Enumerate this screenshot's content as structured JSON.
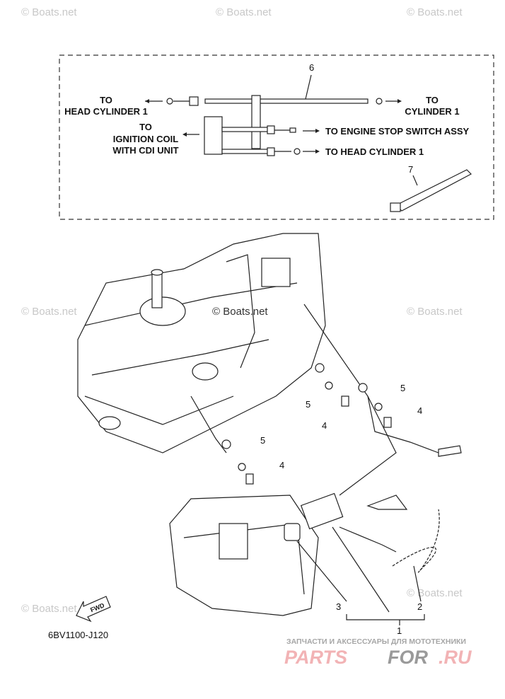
{
  "watermarks": {
    "top_left": "© Boats.net",
    "top_center": "© Boats.net",
    "top_right": "© Boats.net",
    "mid_left": "© Boats.net",
    "mid_center": "© Boats.net",
    "mid_right": "© Boats.net",
    "bottom_left": "© Boats.net",
    "bottom_right": "© Boats.net"
  },
  "wiring_box": {
    "callout": "6",
    "left_label": [
      "TO",
      "HEAD CYLINDER 1"
    ],
    "right_label": [
      "TO",
      "CYLINDER 1"
    ],
    "ignition_label": [
      "TO",
      "IGNITION COIL",
      "WITH CDI UNIT"
    ],
    "stop_switch_label": "TO ENGINE STOP SWITCH ASSY",
    "head_cylinder_label": "TO HEAD CYLINDER 1",
    "tie_callout": "7"
  },
  "callouts": {
    "c1": "1",
    "c2": "2",
    "c3": "3",
    "c4a": "4",
    "c4b": "4",
    "c4c": "4",
    "c5a": "5",
    "c5b": "5",
    "c5c": "5"
  },
  "fwd_label": "FWD",
  "diagram_code": "6BV1100-J120",
  "logo": {
    "tagline": "ЗАПЧАСТИ И АКСЕССУАРЫ ДЛЯ МОТОТЕХНИКИ",
    "brand_part1": "PARTS",
    "brand_part2": "FOR",
    "brand_part3": ".RU",
    "colors": {
      "pink": "#f2b3b5",
      "gray": "#9a9a9a"
    }
  }
}
